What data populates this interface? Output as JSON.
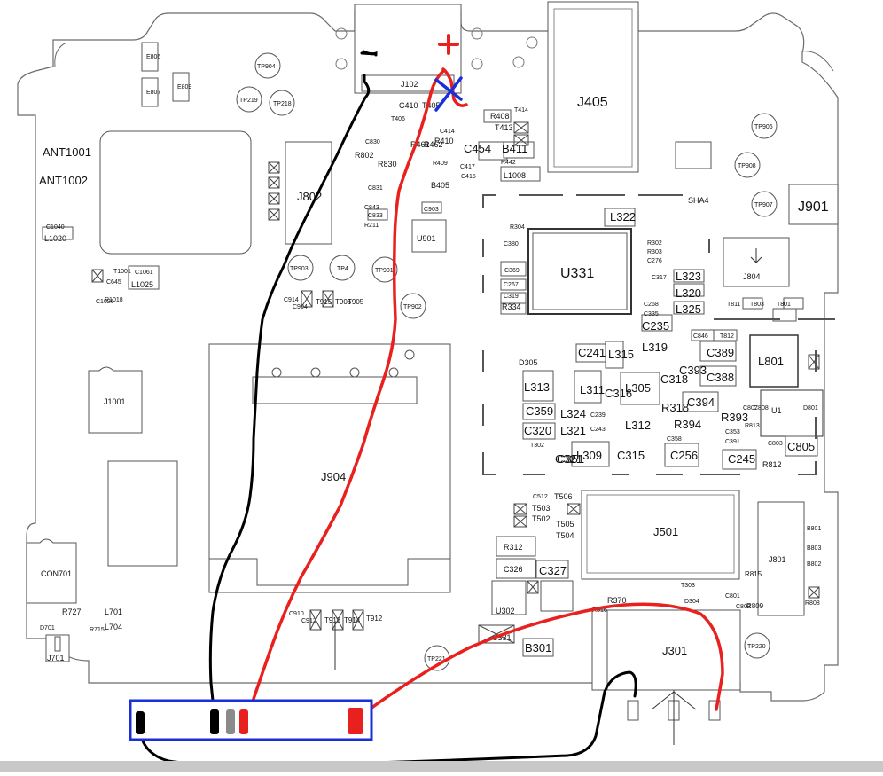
{
  "wire_marks": {
    "plus": "+",
    "minus": "-",
    "cross": "x"
  },
  "connectors": {
    "J102": "J102",
    "J405": "J405",
    "J901": "J901",
    "J802": "J802",
    "J804": "J804",
    "J904": "J904",
    "J1001": "J1001",
    "J501": "J501",
    "J801": "J801",
    "J301": "J301",
    "J701": "J701",
    "CON701": "CON701"
  },
  "chips": {
    "U331": "U331",
    "U901": "U901",
    "U1": "U1",
    "U302": "U302",
    "L801": "L801"
  },
  "antennas": {
    "ant1": "ANT1001",
    "ant2": "ANT1002"
  },
  "testpoints": [
    "TP904",
    "TP219",
    "TP218",
    "TP903",
    "TP4",
    "TP901",
    "TP902",
    "TP906",
    "TP908",
    "TP907",
    "TP221",
    "TP220"
  ],
  "components": [
    "C410",
    "T405",
    "T406",
    "C414",
    "R461",
    "R462",
    "R410",
    "C454",
    "B411",
    "R408",
    "T413",
    "T414",
    "C417",
    "C415",
    "R409",
    "B405",
    "L1008",
    "R442",
    "R802",
    "C830",
    "R830",
    "C831",
    "C843",
    "C833",
    "R211",
    "C903",
    "L322",
    "R304",
    "C380",
    "C369",
    "C267",
    "C319",
    "R334",
    "R302",
    "R303",
    "C276",
    "C317",
    "L323",
    "L320",
    "L325",
    "C268",
    "C335",
    "C235",
    "C846",
    "T812",
    "T811",
    "T803",
    "T801",
    "C241",
    "L315",
    "L319",
    "D305",
    "L313",
    "L311",
    "C316",
    "L305",
    "C318",
    "C393",
    "C389",
    "C388",
    "C394",
    "R318",
    "R393",
    "R394",
    "C359",
    "C320",
    "C321",
    "L324",
    "L321",
    "C239",
    "C243",
    "L312",
    "C351",
    "L309",
    "C315",
    "C256",
    "C245",
    "R812",
    "C805",
    "T302",
    "C358",
    "C391",
    "C353",
    "R813",
    "C803",
    "C807",
    "C808",
    "D801",
    "L1020",
    "C1040",
    "L1025",
    "C1061",
    "T1001",
    "R1018",
    "T915",
    "T906",
    "T905",
    "C914",
    "C904",
    "L701",
    "R727",
    "R715",
    "L704",
    "D701",
    "T912",
    "T914",
    "T913",
    "C912",
    "C910",
    "C512",
    "T506",
    "T503",
    "T502",
    "T505",
    "T504",
    "R312",
    "C326",
    "C327",
    "C331",
    "B301",
    "R370",
    "R316",
    "D304",
    "T303",
    "C801",
    "C802",
    "R815",
    "R809",
    "B801",
    "B802",
    "B803",
    "R808",
    "SHA4",
    "E806",
    "E807",
    "E809",
    "C1026",
    "C645"
  ]
}
